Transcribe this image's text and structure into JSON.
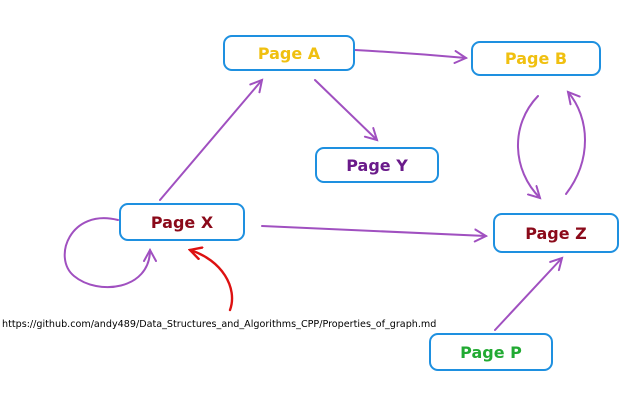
{
  "colors": {
    "background": "#ffffff",
    "node_border": "#1e90e0",
    "node_fill": "#ffffff",
    "edge": "#a050c0",
    "pointer_arrow": "#dd1111",
    "label_yellow": "#f0c010",
    "label_maroon": "#8b0a1a",
    "label_purple": "#6a1a8a",
    "label_green": "#22aa33"
  },
  "nodes": {
    "page_a": {
      "label": "Page A"
    },
    "page_b": {
      "label": "Page B"
    },
    "page_y": {
      "label": "Page Y"
    },
    "page_x": {
      "label": "Page X"
    },
    "page_z": {
      "label": "Page Z"
    },
    "page_p": {
      "label": "Page P"
    }
  },
  "edges": [
    {
      "from": "Page X",
      "to": "Page A"
    },
    {
      "from": "Page A",
      "to": "Page B"
    },
    {
      "from": "Page A",
      "to": "Page Y"
    },
    {
      "from": "Page X",
      "to": "Page Z"
    },
    {
      "from": "Page B",
      "to": "Page Z"
    },
    {
      "from": "Page Z",
      "to": "Page B"
    },
    {
      "from": "Page P",
      "to": "Page Z"
    },
    {
      "from": "Page X",
      "to": "Page X"
    }
  ],
  "source_url": "https://github.com/andy489/Data_Structures_and_Algorithms_CPP/Properties_of_graph.md"
}
